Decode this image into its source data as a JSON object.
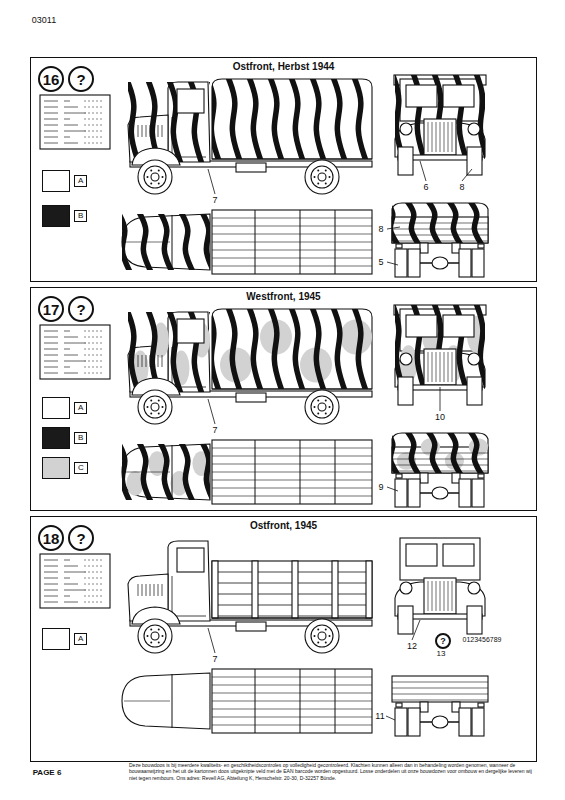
{
  "diagram": {
    "nodes": [
      {
        "text": [
          "Ostfront, Herbst 1944"
        ]
      },
      {
        "text": [
          "16"
        ],
        "in": 0
      },
      {
        "text": [
          "?"
        ],
        "in": 0
      },
      {
        "text": [
          "Westfront, 1945"
        ]
      },
      {
        "text": [
          "17"
        ],
        "in": 3
      },
      {
        "text": [
          "?"
        ],
        "in": 3
      },
      {
        "text": [
          "Ostfront, 1945"
        ]
      },
      {
        "text": [
          "18"
        ],
        "in": 6
      },
      {
        "text": [
          "?"
        ],
        "in": 6
      },
      {
        "text": [
          "?"
        ],
        "in": 6
      }
    ],
    "labels": [
      "03011",
      "7",
      "6",
      "8",
      "8",
      "5",
      "7",
      "10",
      "9",
      "7",
      "12",
      "13",
      "0123456789",
      "11",
      "PAGE 6",
      "Deze bouwdoos is bij meerdere kwaliteits- en geschiktheidscontroles op volledigheid gecontroleerd. Klachten kunnen alleen dan in behandeling worden genomen, wanneer de bouwaanwijzing en het uit de kartonnen doos uitgeknipte veld met de EAN barcode worden opgestuurd. Losse onderdelen uit onze bouwdozen voor ombouw en dergelijke leveren wij niet tegen rembours. Ons adres: Revell AG, Abteilung K, Henschelstr. 20-30, D-32257 Bünde."
    ],
    "legend": [
      {
        "text": "A",
        "color": "#ffffff"
      },
      {
        "text": "B",
        "color": "#1a1a1a"
      },
      {
        "text": "A",
        "color": "#ffffff"
      },
      {
        "text": "B",
        "color": "#1a1a1a"
      },
      {
        "text": "C",
        "color": "#d2d2d2"
      },
      {
        "text": "A",
        "color": "#ffffff"
      }
    ]
  }
}
